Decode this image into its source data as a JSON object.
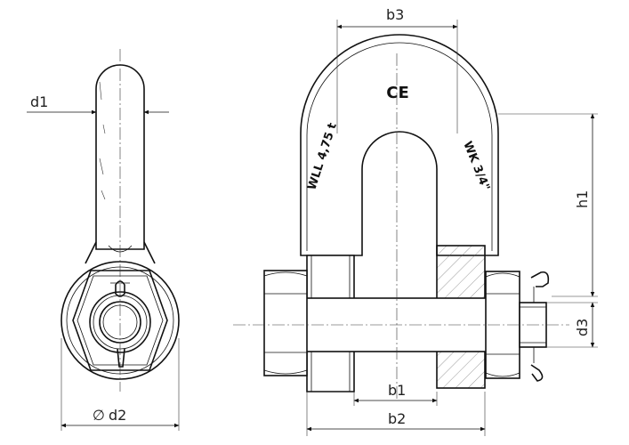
{
  "dimensions": {
    "d1": "d1",
    "d2": "d2",
    "d2_symbol": "∅",
    "b1": "b1",
    "b2": "b2",
    "b3": "b3",
    "h1": "h1",
    "d3": "d3"
  },
  "markings": {
    "ce": "CE",
    "wll": "WLL 4,75 t",
    "wk": "WK  3/4\""
  }
}
